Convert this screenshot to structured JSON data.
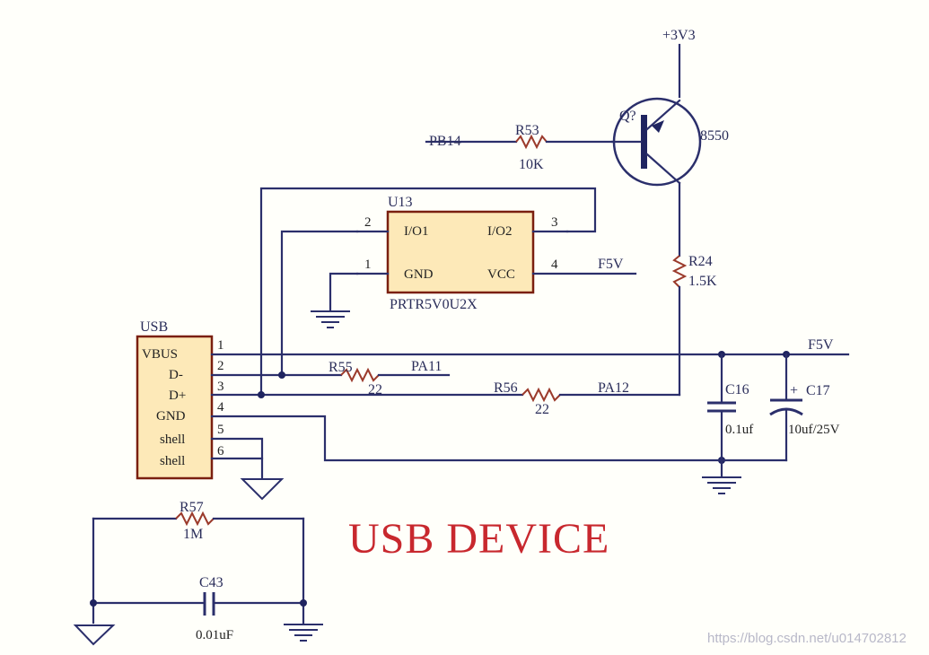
{
  "title": "USB DEVICE",
  "watermark": "https://blog.csdn.net/u014702812",
  "power": {
    "v33": "+3V3",
    "f5v_top": "F5V",
    "f5v_right": "F5V"
  },
  "transistor": {
    "ref": "Q?",
    "part": "8550"
  },
  "resistors": {
    "r53": {
      "ref": "R53",
      "value": "10K",
      "net": "PB14"
    },
    "r24": {
      "ref": "R24",
      "value": "1.5K"
    },
    "r55": {
      "ref": "R55",
      "value": "22",
      "net": "PA11"
    },
    "r56": {
      "ref": "R56",
      "value": "22",
      "net": "PA12"
    },
    "r57": {
      "ref": "R57",
      "value": "1M"
    }
  },
  "capacitors": {
    "c16": {
      "ref": "C16",
      "value": "0.1uf"
    },
    "c17": {
      "ref": "C17",
      "value": "10uf/25V",
      "polarity": "+"
    },
    "c43": {
      "ref": "C43",
      "value": "0.01uF"
    }
  },
  "u13": {
    "ref": "U13",
    "part": "PRTR5V0U2X",
    "pins": [
      {
        "num": "2",
        "name": "I/O1"
      },
      {
        "num": "1",
        "name": "GND"
      },
      {
        "num": "3",
        "name": "I/O2"
      },
      {
        "num": "4",
        "name": "VCC"
      }
    ]
  },
  "usb": {
    "ref": "USB",
    "pins": [
      {
        "num": "1",
        "name": "VBUS"
      },
      {
        "num": "2",
        "name": "D-"
      },
      {
        "num": "3",
        "name": "D+"
      },
      {
        "num": "4",
        "name": "GND"
      },
      {
        "num": "5",
        "name": "shell"
      },
      {
        "num": "6",
        "name": "shell"
      }
    ]
  }
}
